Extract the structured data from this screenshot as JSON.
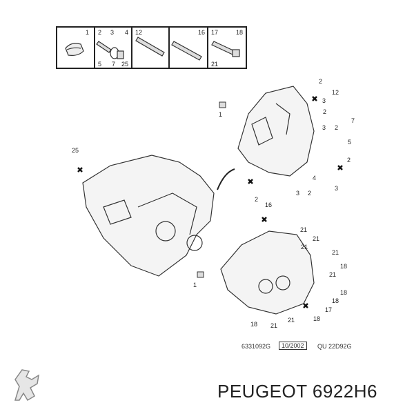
{
  "parts_legend": [
    {
      "labels": [
        "1"
      ]
    },
    {
      "labels": [
        "2",
        "3",
        "4",
        "5",
        "7",
        "25"
      ]
    },
    {
      "labels": [
        "12"
      ]
    },
    {
      "labels": [
        "16"
      ]
    },
    {
      "labels": [
        "17",
        "18",
        "21"
      ]
    }
  ],
  "callouts": [
    "2",
    "12",
    "3",
    "1",
    "2",
    "7",
    "2",
    "3",
    "5",
    "2",
    "4",
    "2",
    "3",
    "2",
    "3",
    "25",
    "16",
    "21",
    "21",
    "21",
    "21",
    "18",
    "21",
    "18",
    "18",
    "17",
    "18",
    "21",
    "21",
    "18",
    "1"
  ],
  "reference": {
    "drawing_no": "6331092G",
    "date": "10/2002",
    "code": "QU 22D92G"
  },
  "brand": {
    "name": "PEUGEOT",
    "part_number": "6922H6"
  }
}
